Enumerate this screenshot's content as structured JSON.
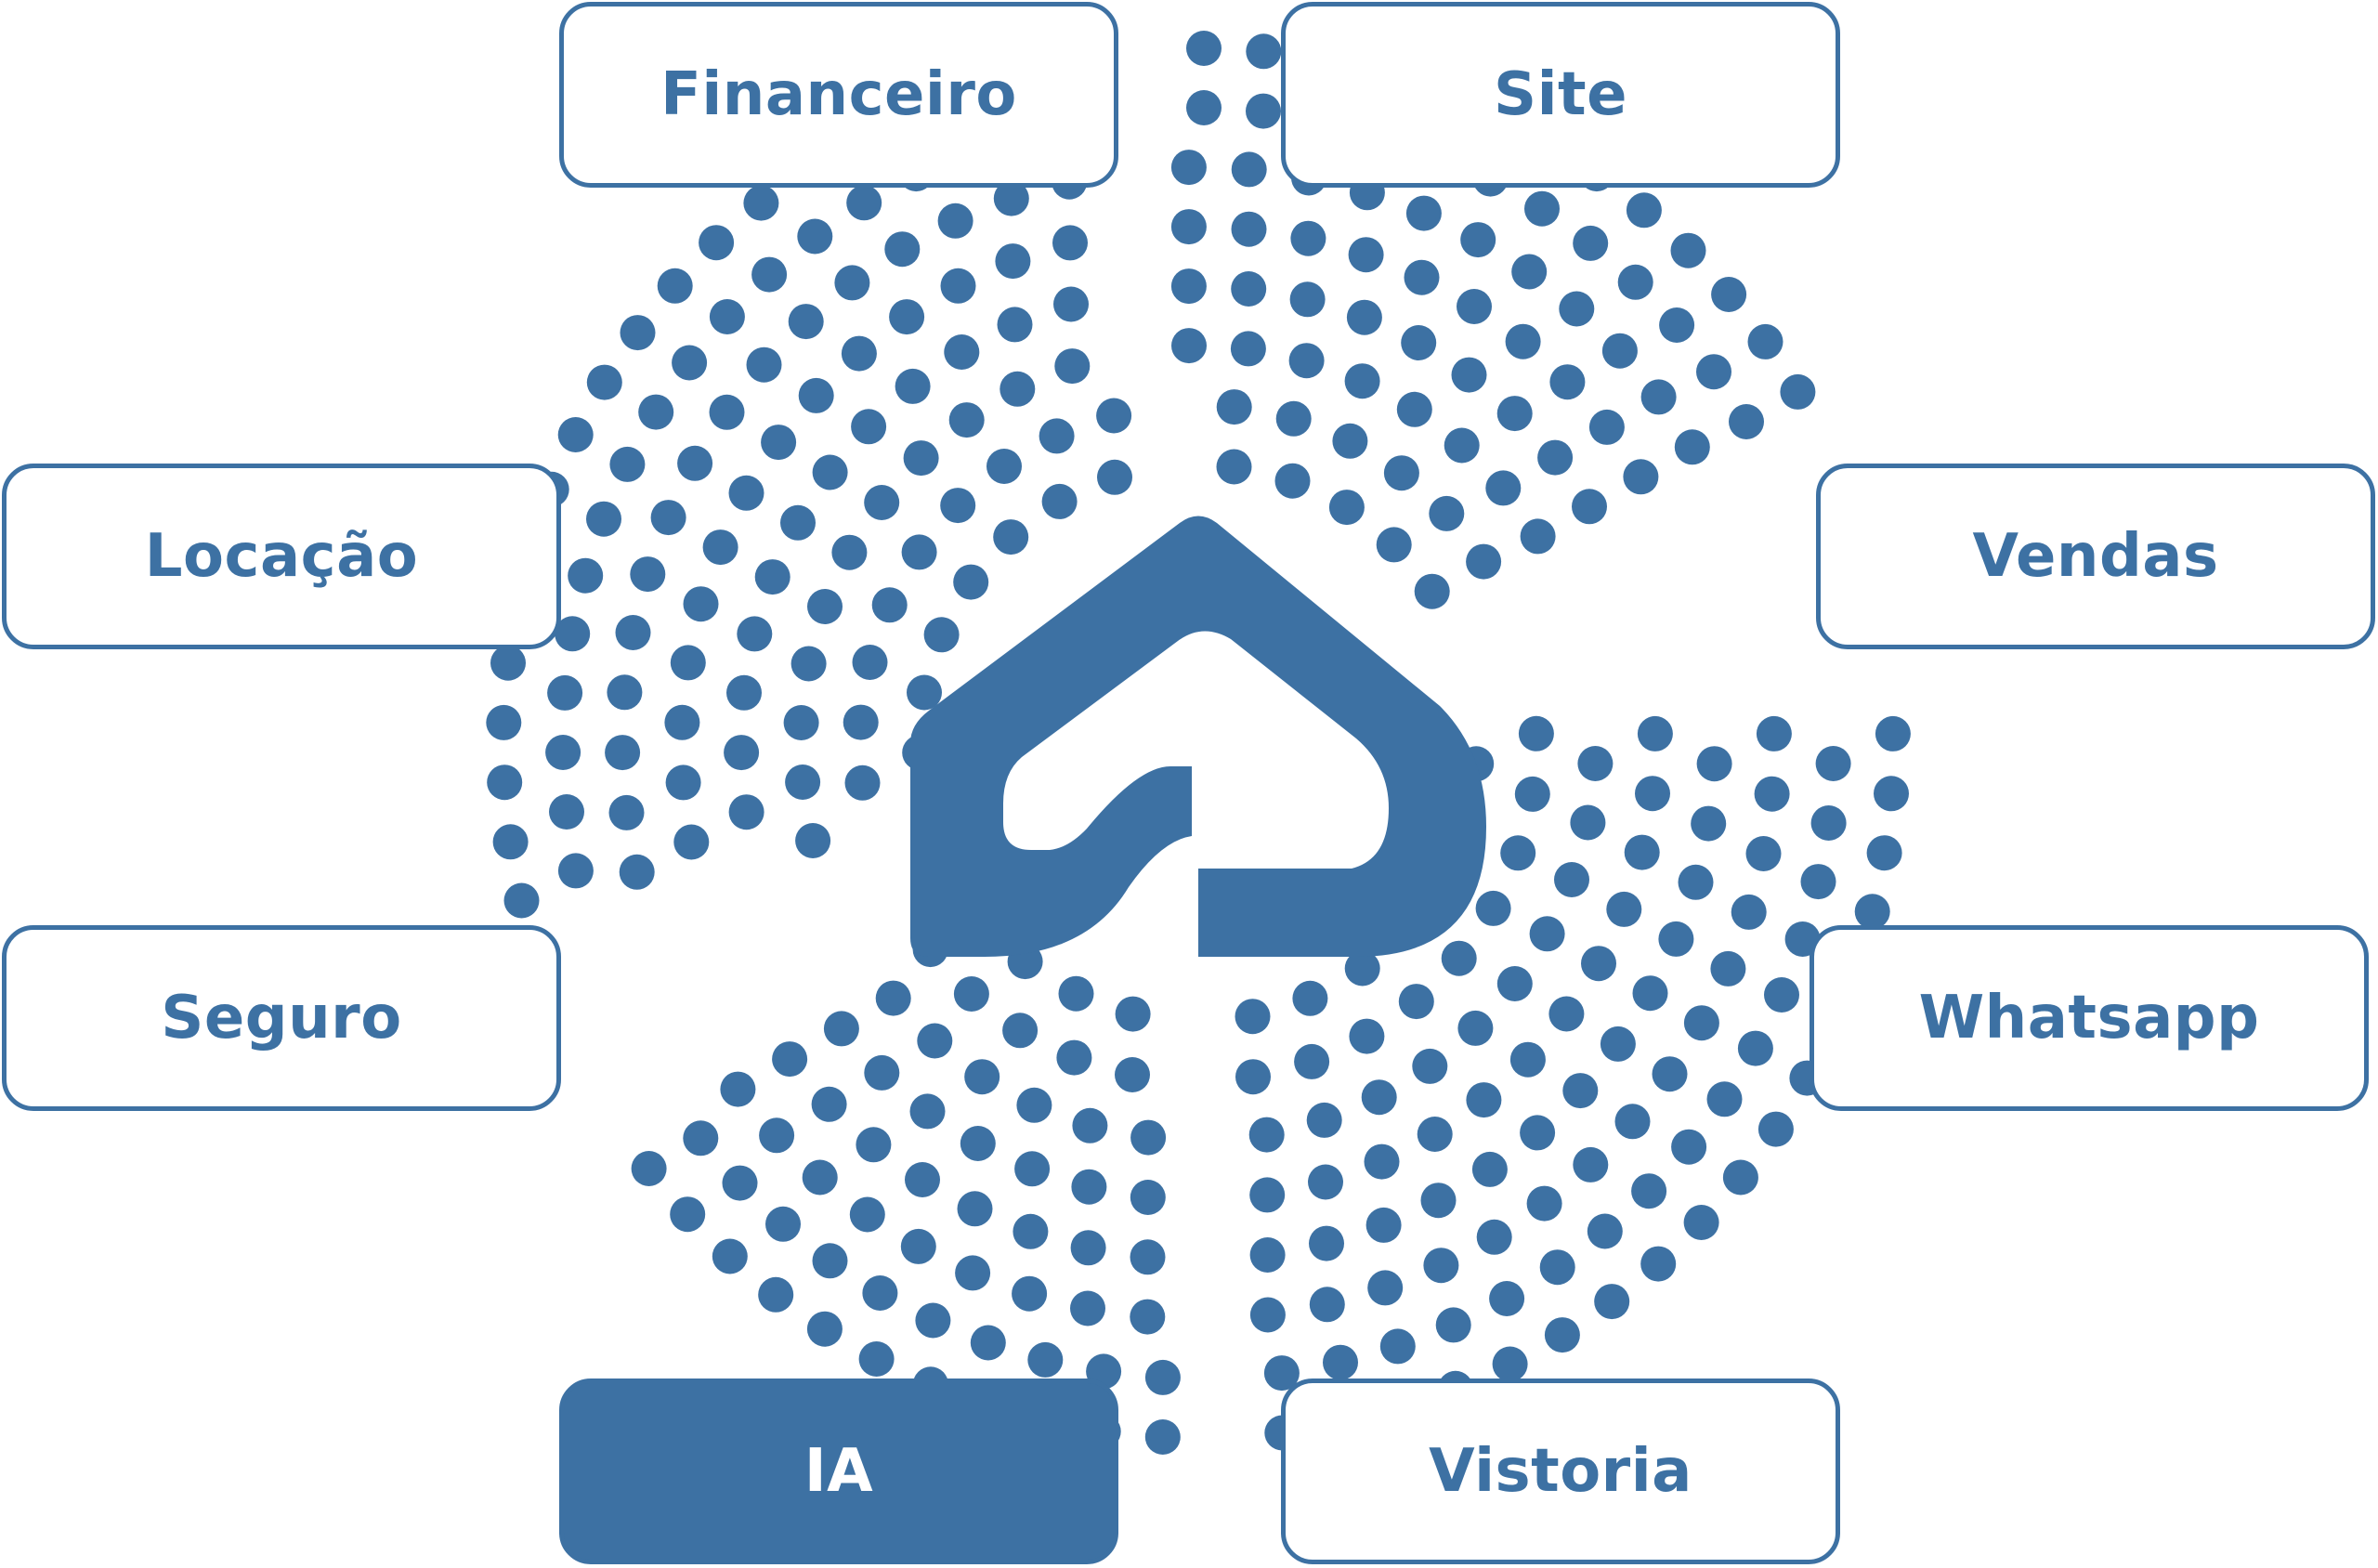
{
  "colors": {
    "primary": "#3d71a3",
    "background": "#ffffff",
    "active_label": "#ffffff"
  },
  "center_logo": {
    "icon": "house-logo-icon"
  },
  "modules": [
    {
      "id": "financeiro",
      "label": "Financeiro",
      "active": false
    },
    {
      "id": "site",
      "label": "Site",
      "active": false
    },
    {
      "id": "locacao",
      "label": "Locação",
      "active": false
    },
    {
      "id": "vendas",
      "label": "Vendas",
      "active": false
    },
    {
      "id": "seguro",
      "label": "Seguro",
      "active": false
    },
    {
      "id": "whatsapp",
      "label": "Whatsapp",
      "active": false
    },
    {
      "id": "ia",
      "label": "IA",
      "active": true
    },
    {
      "id": "vistoria",
      "label": "Vistoria",
      "active": false
    }
  ]
}
